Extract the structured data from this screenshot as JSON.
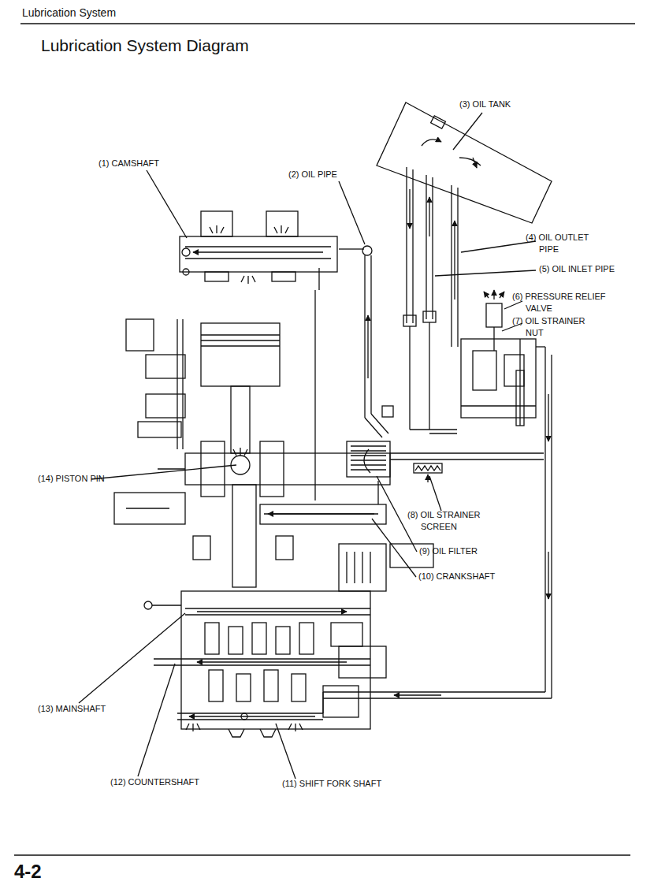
{
  "diagram": {
    "title": "Lubrication System Diagram",
    "labels": [
      "Lubrication System",
      "(1) CAMSHAFT",
      "(2) OIL PIPE",
      "(3) OIL TANK",
      "(4) OIL OUTLET PIPE",
      "(5) OIL INLET PIPE",
      "(6) PRESSURE RELIEF VALVE",
      "(7) OIL STRAINER NUT",
      "(14) PISTON PIN",
      "(8) OIL STRAINER SCREEN",
      "(9) OIL FILTER",
      "(10) CRANKSHAFT",
      "(13) MAINSHAFT",
      "(12) COUNTERSHAFT",
      "(11) SHIFT FORK SHAFT",
      "4-2"
    ]
  }
}
